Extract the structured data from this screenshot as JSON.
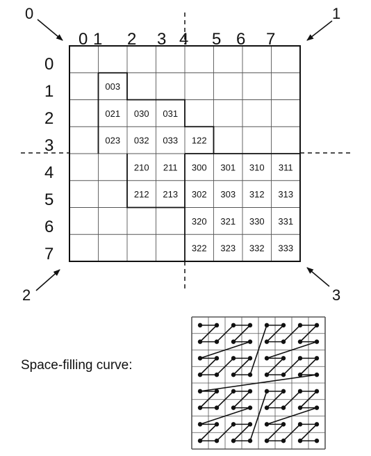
{
  "grid": {
    "rows": 8,
    "cols": 8,
    "column_labels": [
      "0",
      "1",
      "2",
      "3",
      "4",
      "5",
      "6",
      "7"
    ],
    "row_labels": [
      "0",
      "1",
      "2",
      "3",
      "4",
      "5",
      "6",
      "7"
    ],
    "codes": [
      {
        "row": 1,
        "col": 1,
        "text": "003"
      },
      {
        "row": 2,
        "col": 1,
        "text": "021"
      },
      {
        "row": 2,
        "col": 2,
        "text": "030"
      },
      {
        "row": 2,
        "col": 3,
        "text": "031"
      },
      {
        "row": 3,
        "col": 1,
        "text": "023"
      },
      {
        "row": 3,
        "col": 2,
        "text": "032"
      },
      {
        "row": 3,
        "col": 3,
        "text": "033"
      },
      {
        "row": 3,
        "col": 4,
        "text": "122"
      },
      {
        "row": 4,
        "col": 2,
        "text": "210"
      },
      {
        "row": 4,
        "col": 3,
        "text": "211"
      },
      {
        "row": 4,
        "col": 4,
        "text": "300"
      },
      {
        "row": 4,
        "col": 5,
        "text": "301"
      },
      {
        "row": 4,
        "col": 6,
        "text": "310"
      },
      {
        "row": 4,
        "col": 7,
        "text": "311"
      },
      {
        "row": 5,
        "col": 2,
        "text": "212"
      },
      {
        "row": 5,
        "col": 3,
        "text": "213"
      },
      {
        "row": 5,
        "col": 4,
        "text": "302"
      },
      {
        "row": 5,
        "col": 5,
        "text": "303"
      },
      {
        "row": 5,
        "col": 6,
        "text": "312"
      },
      {
        "row": 5,
        "col": 7,
        "text": "313"
      },
      {
        "row": 6,
        "col": 4,
        "text": "320"
      },
      {
        "row": 6,
        "col": 5,
        "text": "321"
      },
      {
        "row": 6,
        "col": 6,
        "text": "330"
      },
      {
        "row": 6,
        "col": 7,
        "text": "331"
      },
      {
        "row": 7,
        "col": 4,
        "text": "322"
      },
      {
        "row": 7,
        "col": 5,
        "text": "323"
      },
      {
        "row": 7,
        "col": 6,
        "text": "332"
      },
      {
        "row": 7,
        "col": 7,
        "text": "333"
      }
    ]
  },
  "quadrants": {
    "top_left": "0",
    "top_right": "1",
    "bottom_left": "2",
    "bottom_right": "3"
  },
  "curve": {
    "caption": "Space-filling curve:",
    "rows": 8,
    "cols": 8,
    "order": "Z-order"
  }
}
